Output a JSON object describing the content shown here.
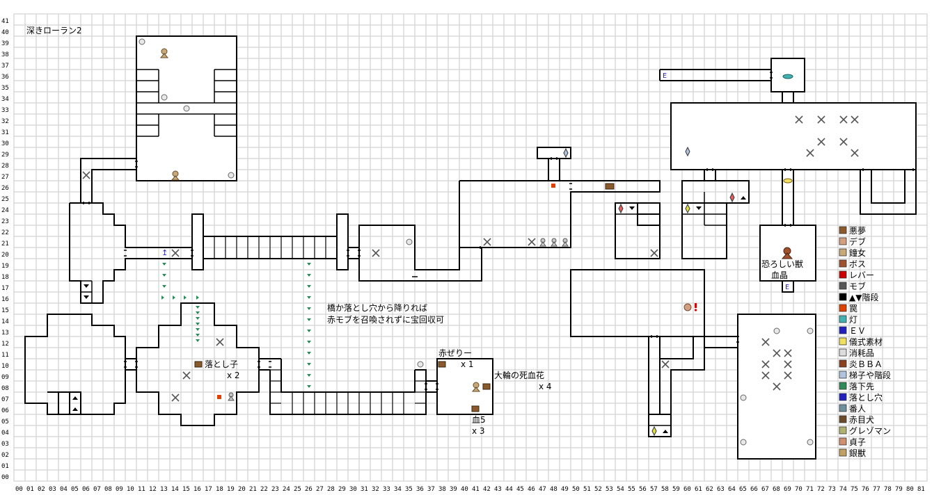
{
  "title": "深きローラン2",
  "x_labels": [
    "00",
    "01",
    "02",
    "03",
    "04",
    "05",
    "06",
    "07",
    "08",
    "09",
    "10",
    "11",
    "12",
    "13",
    "14",
    "15",
    "16",
    "17",
    "18",
    "19",
    "20",
    "21",
    "22",
    "23",
    "24",
    "25",
    "26",
    "27",
    "28",
    "29",
    "30",
    "31",
    "32",
    "33",
    "34",
    "35",
    "36",
    "37",
    "38",
    "39",
    "40",
    "41",
    "42",
    "43",
    "44",
    "45",
    "46",
    "47",
    "48",
    "49",
    "50",
    "51",
    "52",
    "53",
    "54",
    "55",
    "56",
    "57",
    "58",
    "59",
    "60",
    "61",
    "62",
    "63",
    "64",
    "65",
    "66",
    "67",
    "68",
    "69",
    "70",
    "71",
    "72",
    "73",
    "74",
    "75",
    "76",
    "77",
    "78",
    "79",
    "80",
    "81"
  ],
  "y_labels": [
    "41",
    "40",
    "39",
    "38",
    "37",
    "36",
    "35",
    "34",
    "33",
    "32",
    "31",
    "30",
    "29",
    "28",
    "27",
    "26",
    "25",
    "24",
    "23",
    "22",
    "21",
    "20",
    "19",
    "18",
    "17",
    "16",
    "15",
    "14",
    "13",
    "12",
    "11",
    "10",
    "09",
    "08",
    "07",
    "06",
    "05",
    "04",
    "03",
    "02",
    "01",
    "00"
  ],
  "notes": {
    "hint_line1": "橋か落とし穴から降りれば",
    "hint_line2": "赤モブを召喚されずに宝回収可",
    "otoshigo": "落とし子",
    "otoshigo_qty": "x 2",
    "akazeri": "赤ぜりー",
    "akazeri_qty": "x 1",
    "dairin": "大輪の死血花",
    "dairin_qty": "x 4",
    "chi5": "血5",
    "chi5_qty": "x 3",
    "osoroshii": "恐ろしい獣",
    "kessho": "血晶",
    "ev": "E"
  },
  "legend": [
    {
      "icon": "chest-icon",
      "label": "悪夢"
    },
    {
      "icon": "debu-icon",
      "label": "デブ"
    },
    {
      "icon": "kane-onna-icon",
      "label": "鐘女"
    },
    {
      "icon": "boss-icon",
      "label": "ボス"
    },
    {
      "icon": "lever-icon",
      "label": "レバー"
    },
    {
      "icon": "mob-icon",
      "label": "モブ"
    },
    {
      "icon": "stairs-icon",
      "label": "▲▼階段"
    },
    {
      "icon": "trap-icon",
      "label": "罠"
    },
    {
      "icon": "lamp-icon",
      "label": "灯"
    },
    {
      "icon": "ev-icon",
      "label": "ＥＶ"
    },
    {
      "icon": "ritual-icon",
      "label": "儀式素材"
    },
    {
      "icon": "consumable-icon",
      "label": "消耗品"
    },
    {
      "icon": "fire-bba-icon",
      "label": "炎ＢＢＡ"
    },
    {
      "icon": "ladder-icon",
      "label": "梯子や階段"
    },
    {
      "icon": "fall-dest-icon",
      "label": "落下先"
    },
    {
      "icon": "pit-icon",
      "label": "落とし穴"
    },
    {
      "icon": "guard-icon",
      "label": "番人"
    },
    {
      "icon": "red-dog-icon",
      "label": "赤目犬"
    },
    {
      "icon": "gregsman-icon",
      "label": "グレゾマン"
    },
    {
      "icon": "sadako-icon",
      "label": "貞子"
    },
    {
      "icon": "silver-beast-icon",
      "label": "銀獣"
    }
  ],
  "colors": {
    "grid": "#c8c8c8",
    "wall": "#000000",
    "trap": "#e04000",
    "ev": "#2020c0"
  }
}
